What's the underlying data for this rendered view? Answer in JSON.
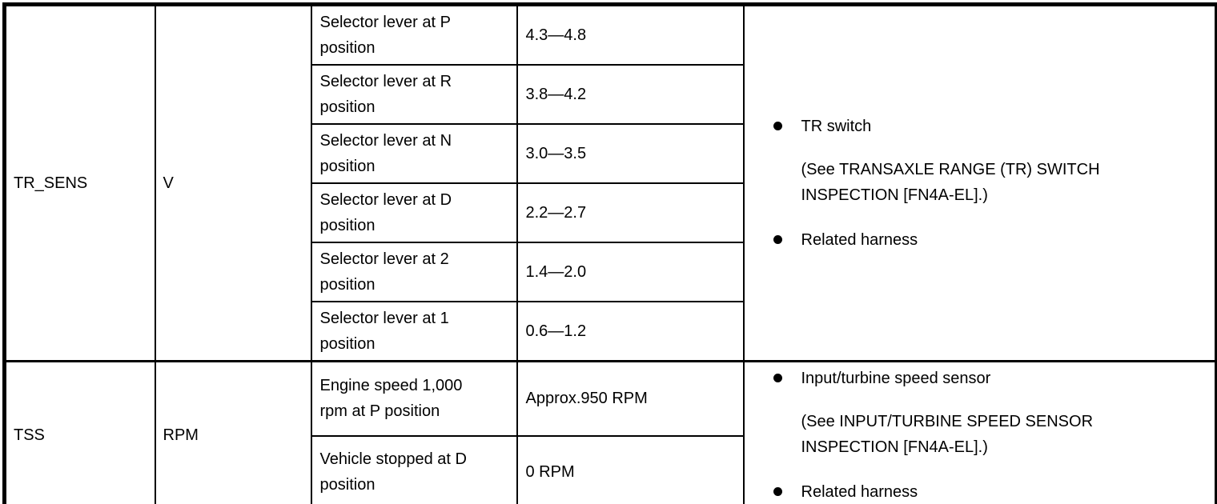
{
  "page": {
    "background_color": "#ffffff",
    "border_color": "#000000",
    "text_color": "#000000"
  },
  "table": {
    "groups": [
      {
        "signal": "TR_SENS",
        "unit": "V",
        "conditions": [
          {
            "condition": [
              "Selector lever at P",
              "position"
            ],
            "value": "4.3—4.8"
          },
          {
            "condition": [
              "Selector lever at R",
              "position"
            ],
            "value": "3.8—4.2"
          },
          {
            "condition": [
              "Selector lever at N",
              "position"
            ],
            "value": "3.0—3.5"
          },
          {
            "condition": [
              "Selector lever at D",
              "position"
            ],
            "value": "2.2—2.7"
          },
          {
            "condition": [
              "Selector lever at 2",
              "position"
            ],
            "value": "1.4—2.0"
          },
          {
            "condition": [
              "Selector lever at 1",
              "position"
            ],
            "value": "0.6—1.2"
          }
        ],
        "notes": [
          {
            "label": "TR switch",
            "detail": [
              "(See TRANSAXLE RANGE (TR) SWITCH",
              "INSPECTION [FN4A-EL].)"
            ]
          },
          {
            "label": "Related harness"
          }
        ]
      },
      {
        "signal": "TSS",
        "unit": "RPM",
        "conditions": [
          {
            "condition": [
              "Engine speed 1,000",
              "rpm at P position"
            ],
            "value": "Approx.950 RPM"
          },
          {
            "condition": [
              "Vehicle stopped at D",
              "position"
            ],
            "value": "0 RPM"
          }
        ],
        "notes": [
          {
            "label": "Input/turbine speed sensor",
            "detail": [
              "(See INPUT/TURBINE SPEED SENSOR",
              "INSPECTION [FN4A-EL].)"
            ]
          },
          {
            "label": "Related harness"
          }
        ]
      }
    ]
  }
}
